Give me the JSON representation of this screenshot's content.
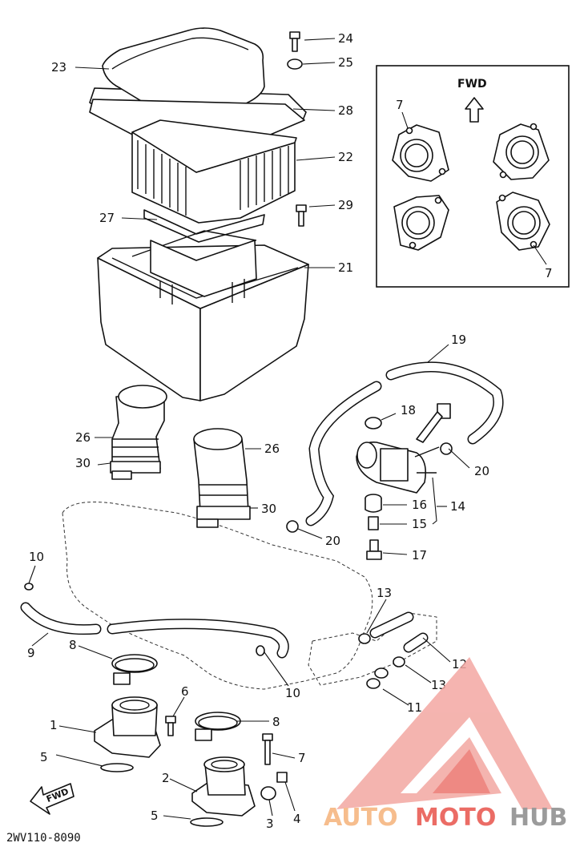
{
  "diagram": {
    "code": "2WV110-8090",
    "inset_direction": "FWD",
    "corner_direction": "FWD",
    "watermark": {
      "part1": "AUTO",
      "part2": "MOTO",
      "part3": "HUB",
      "color_orange": "#f5b27a",
      "color_red": "#e8534b",
      "color_grey": "#8a8a8a"
    },
    "callouts": {
      "c24": "24",
      "c25": "25",
      "c23": "23",
      "c28": "28",
      "c22": "22",
      "c29": "29",
      "c27": "27",
      "c21": "21",
      "c7a": "7",
      "c7b": "7",
      "c19": "19",
      "c18": "18",
      "c20a": "20",
      "c20b": "20",
      "c16": "16",
      "c14": "14",
      "c15": "15",
      "c17": "17",
      "c26a": "26",
      "c26b": "26",
      "c30a": "30",
      "c30b": "30",
      "c10a": "10",
      "c10b": "10",
      "c9": "9",
      "c8a": "8",
      "c8b": "8",
      "c13a": "13",
      "c13b": "13",
      "c12": "12",
      "c11": "11",
      "c6": "6",
      "c1": "1",
      "c7c": "7",
      "c5a": "5",
      "c5b": "5",
      "c2": "2",
      "c3": "3",
      "c4": "4"
    }
  }
}
